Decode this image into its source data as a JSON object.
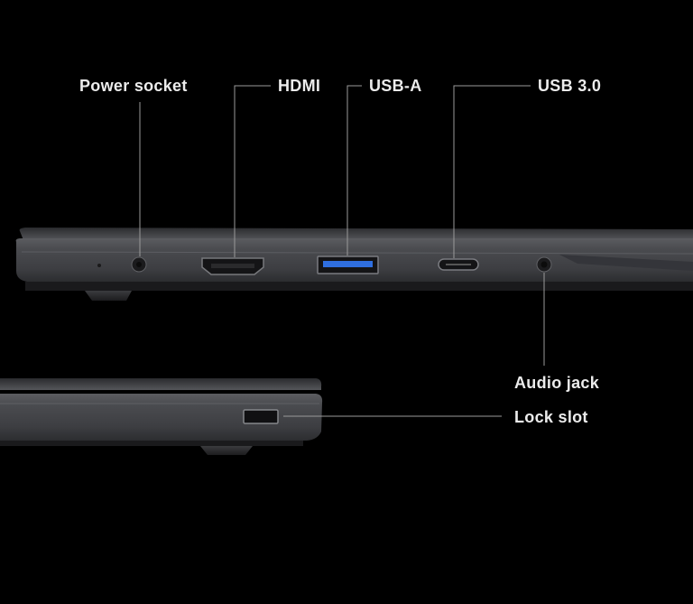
{
  "labels": {
    "power_socket": "Power socket",
    "hdmi": "HDMI",
    "usb_a": "USB-A",
    "usb_3": "USB 3.0",
    "audio_jack": "Audio jack",
    "lock_slot": "Lock slot"
  },
  "colors": {
    "background": "#000000",
    "label_text": "#ececec",
    "leader_line": "#9a9a9a",
    "laptop_body": "#4a4b4f",
    "usb_a_accent": "#2f6fe0"
  }
}
